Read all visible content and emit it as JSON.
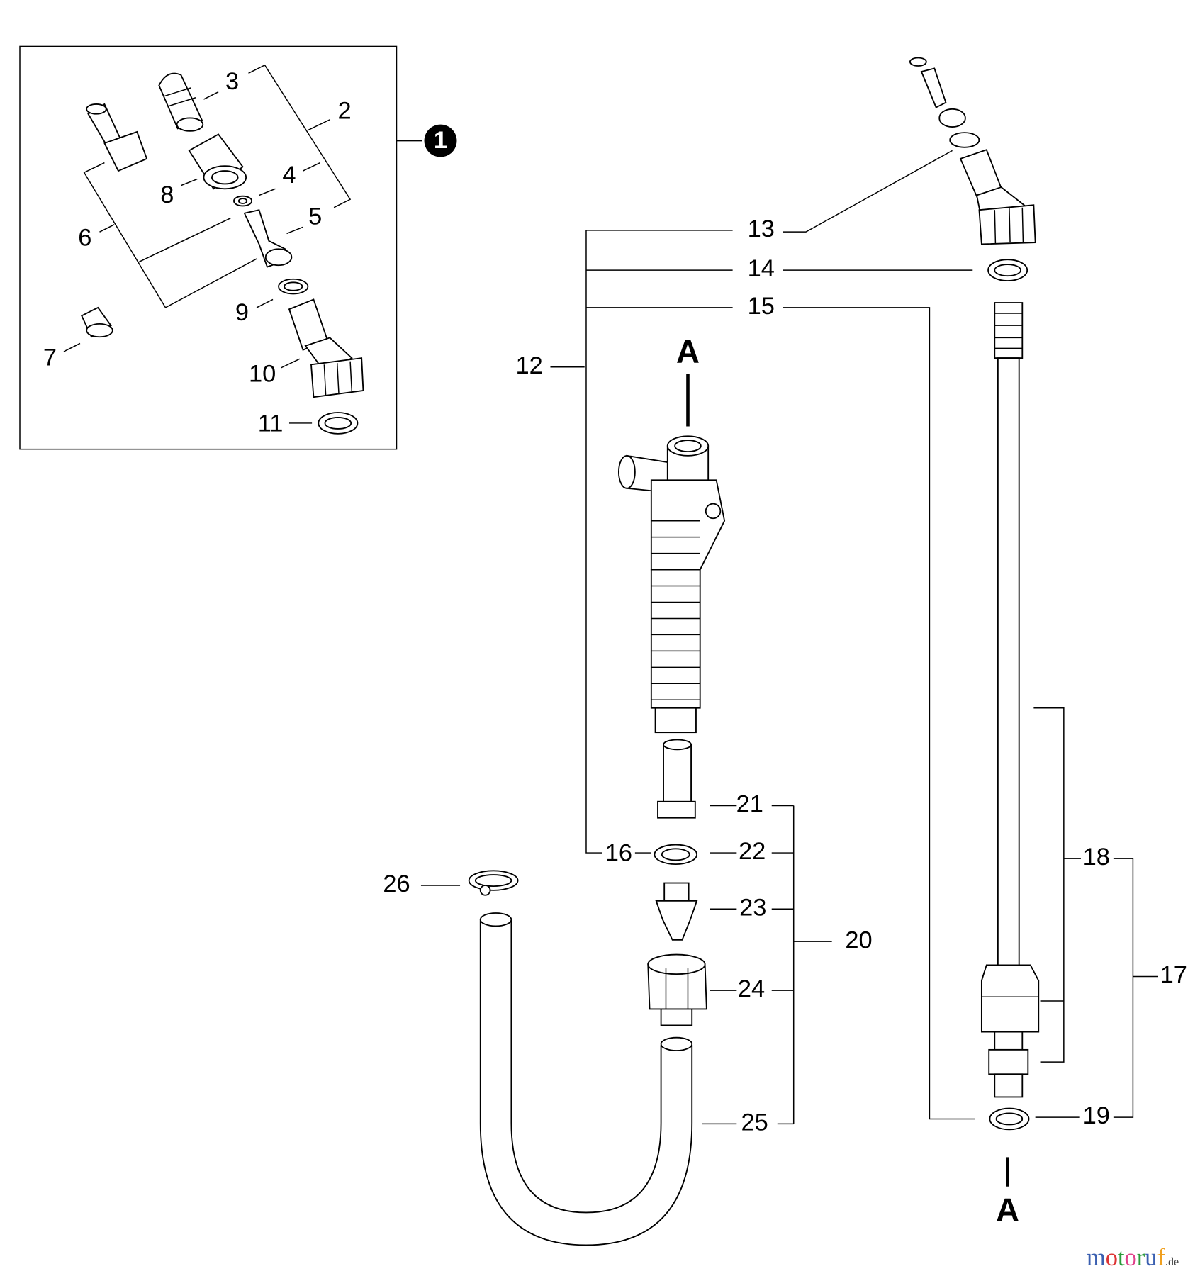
{
  "callouts": {
    "c1": "1",
    "c2": "2",
    "c3": "3",
    "c4": "4",
    "c5": "5",
    "c6": "6",
    "c7": "7",
    "c8": "8",
    "c9": "9",
    "c10": "10",
    "c11": "11",
    "c12": "12",
    "c13": "13",
    "c14": "14",
    "c15": "15",
    "c16": "16",
    "c17": "17",
    "c18": "18",
    "c19": "19",
    "c20": "20",
    "c21": "21",
    "c22": "22",
    "c23": "23",
    "c24": "24",
    "c25": "25",
    "c26": "26"
  },
  "connection_marker_top": "A",
  "connection_marker_bottom": "A",
  "watermark": {
    "main": "motoruf",
    "suffix": ".de",
    "colors": [
      "#3a5fb0",
      "#d33",
      "#2a9a3a",
      "#e0408a",
      "#2a9a3a",
      "#3a5fb0",
      "#f0a020"
    ]
  }
}
